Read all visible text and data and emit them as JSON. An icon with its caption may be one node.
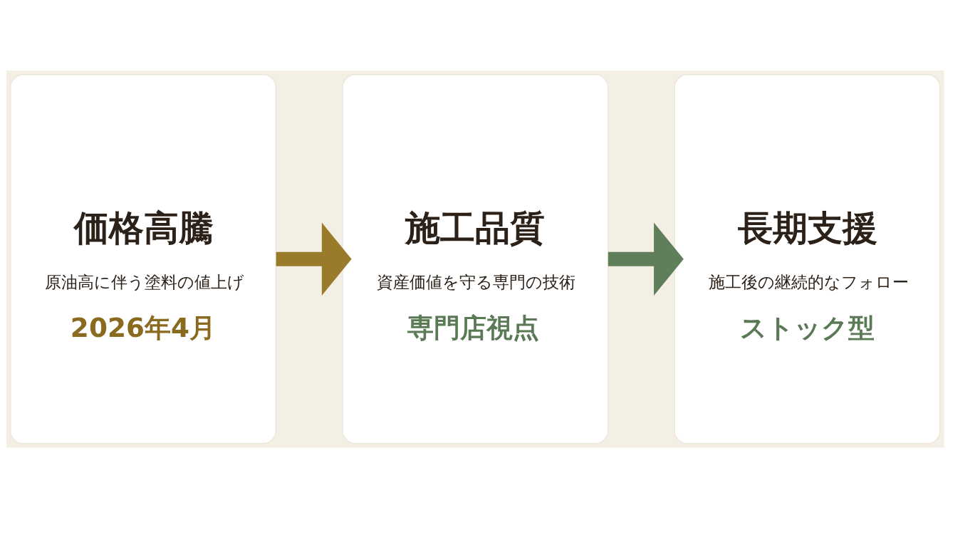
{
  "diagram": {
    "nodes": [
      {
        "text": [
          "価格高騰",
          "原油高に伴う塗料の値上げ",
          "2026年4月"
        ]
      },
      {
        "text": [
          "施工品質",
          "資産価値を守る専門の技術",
          "専門店視点"
        ]
      },
      {
        "text": [
          "長期支援",
          "施工後の継続的なフォロー",
          "ストック型"
        ]
      }
    ],
    "edges": [
      {
        "from": 0,
        "to": 1,
        "arrow": "to",
        "color": "#9a7b2c"
      },
      {
        "from": 1,
        "to": 2,
        "arrow": "to",
        "color": "#5f7f5a"
      }
    ]
  }
}
